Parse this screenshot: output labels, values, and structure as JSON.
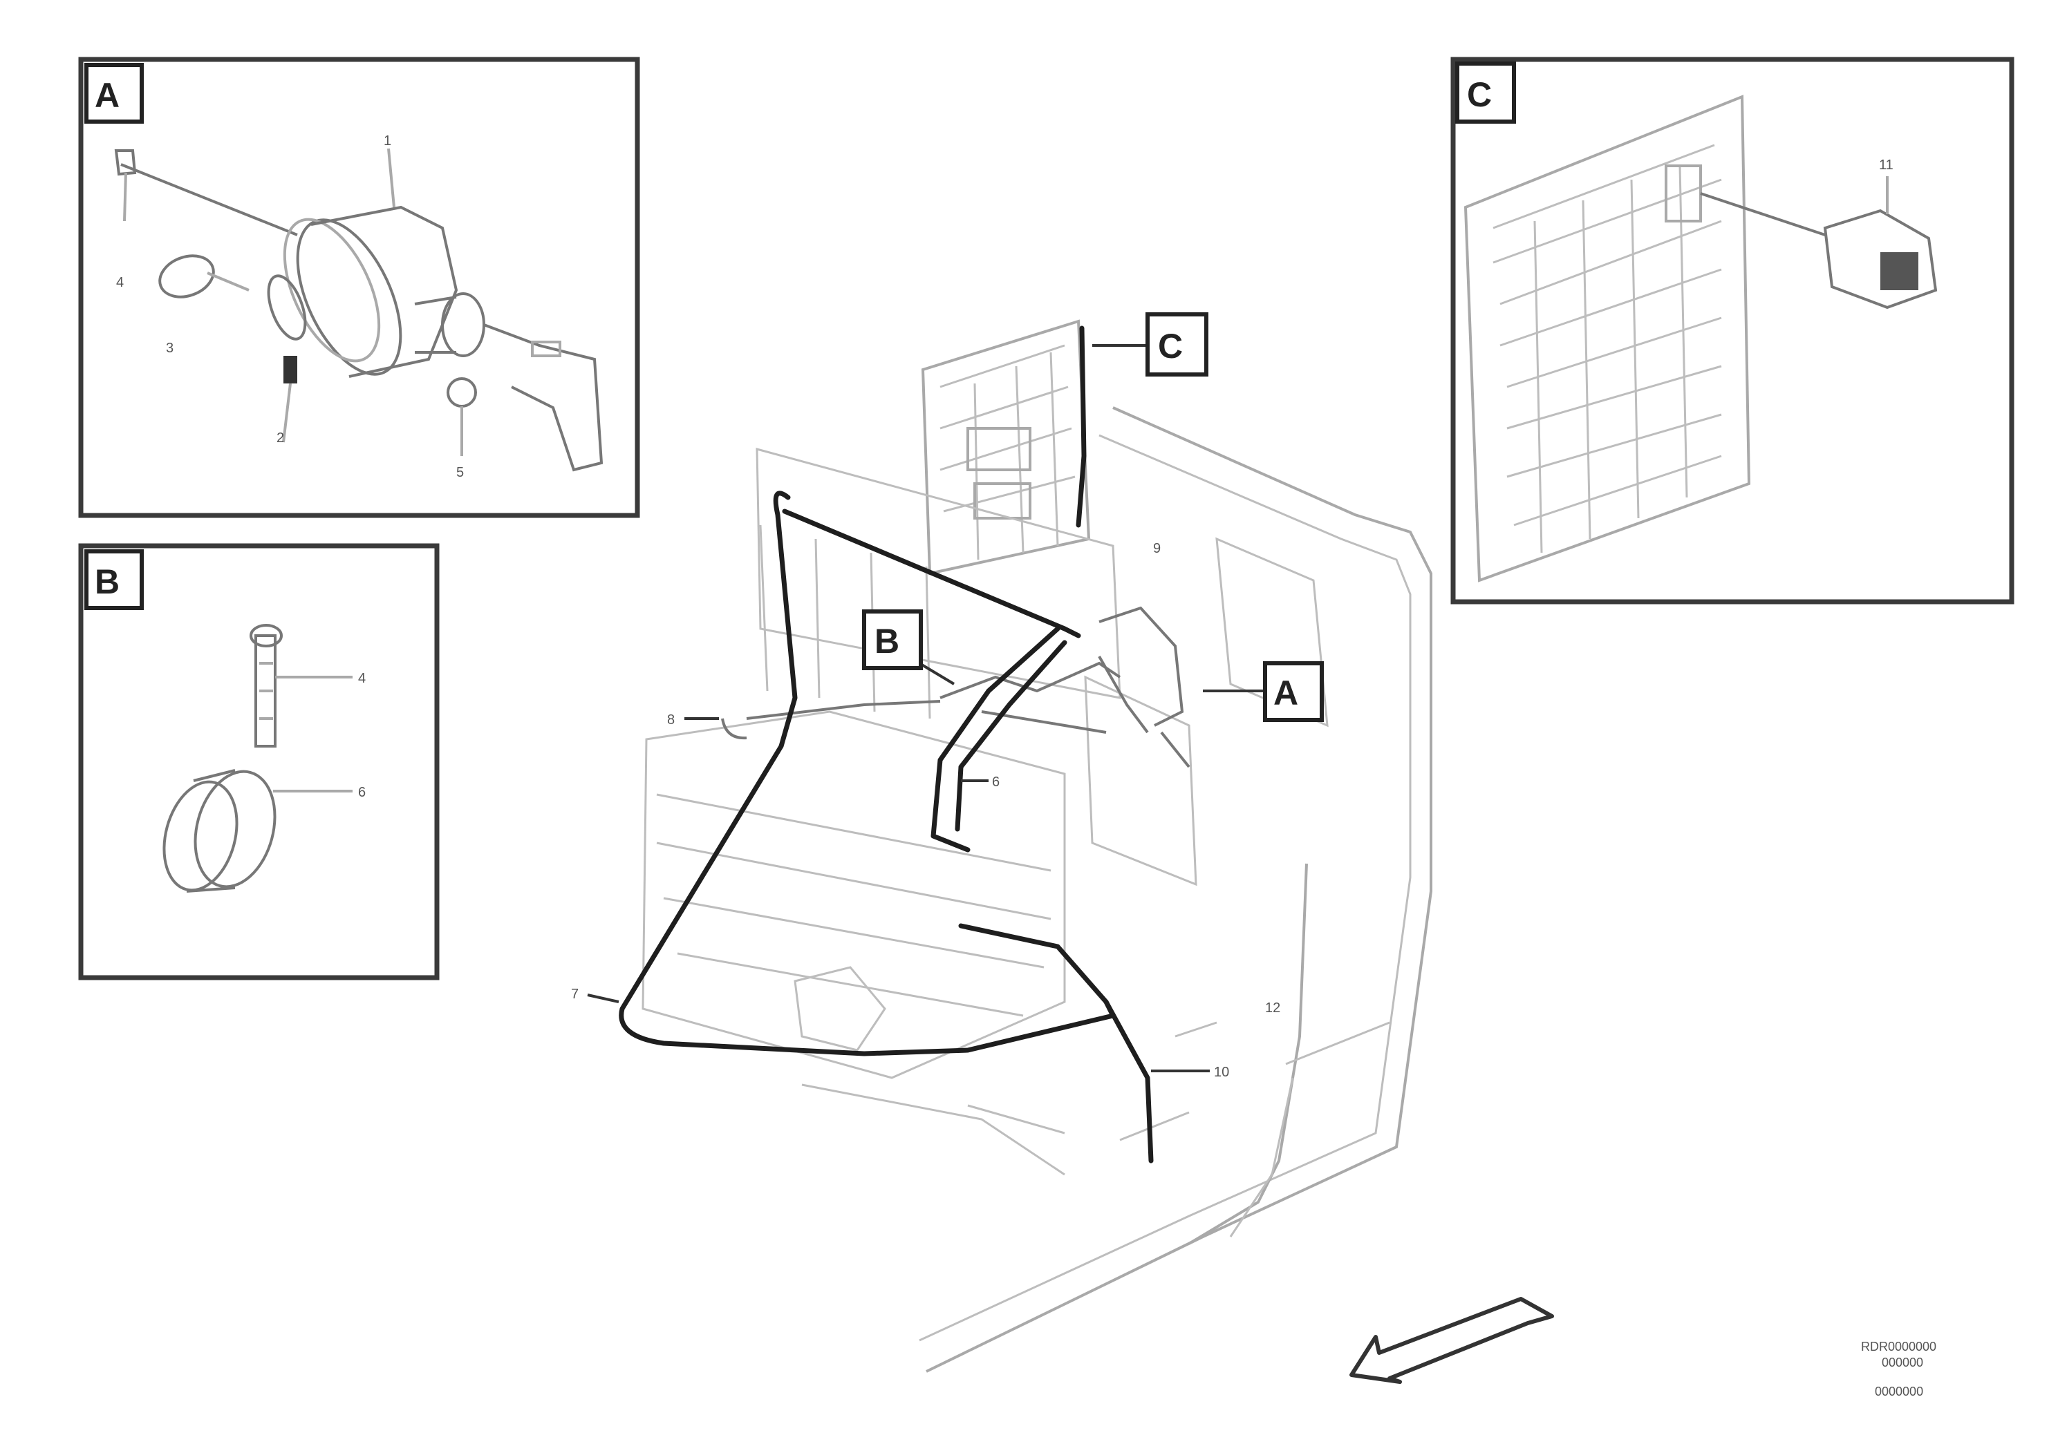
{
  "detail_tags": {
    "a": "A",
    "b": "B",
    "c": "C"
  },
  "part_numbers": {
    "a_top": "1",
    "a_left1": "4",
    "a_left2": "3",
    "a_bottom1": "2",
    "a_bottom2": "5",
    "b_right1": "4",
    "b_right2": "6",
    "c_top": "11",
    "main_9": "9",
    "main_8": "8",
    "main_6": "6",
    "main_7": "7",
    "main_10": "10",
    "main_12": "12"
  },
  "footer": {
    "line1": "RDR0000000",
    "line2": "000000",
    "line3": "0000000"
  }
}
